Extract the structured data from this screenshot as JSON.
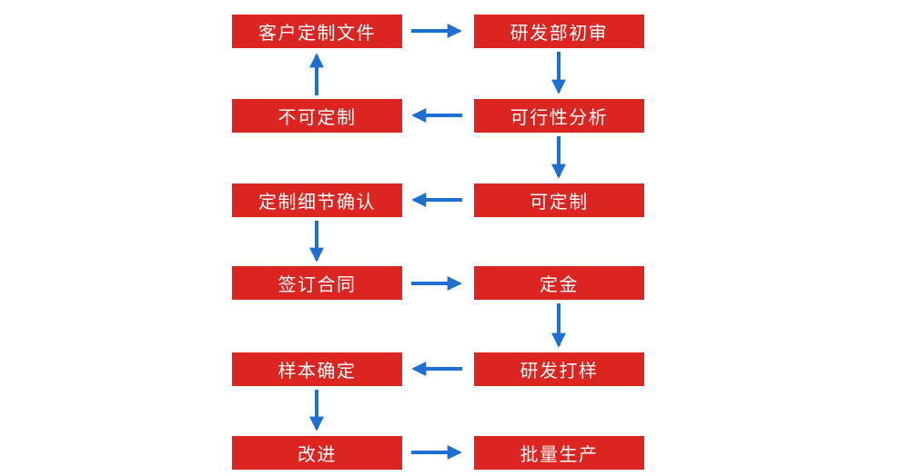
{
  "palette": {
    "node_bg": "#dc2420",
    "node_text": "#ffffff",
    "arrow": "#1e6fd2",
    "background": "#ffffff"
  },
  "diagram_type": "flowchart",
  "nodes": [
    {
      "label": "客户定制文件"
    },
    {
      "label": "研发部初审"
    },
    {
      "label": "不可定制"
    },
    {
      "label": "可行性分析"
    },
    {
      "label": "定制细节确认"
    },
    {
      "label": "可定制"
    },
    {
      "label": "签订合同"
    },
    {
      "label": "定金"
    },
    {
      "label": "样本确定"
    },
    {
      "label": "研发打样"
    },
    {
      "label": "改进"
    },
    {
      "label": "批量生产"
    }
  ],
  "edges": [
    {
      "from": "客户定制文件",
      "to": "研发部初审",
      "direction": "right"
    },
    {
      "from": "研发部初审",
      "to": "可行性分析",
      "direction": "down"
    },
    {
      "from": "可行性分析",
      "to": "不可定制",
      "direction": "left"
    },
    {
      "from": "不可定制",
      "to": "客户定制文件",
      "direction": "up"
    },
    {
      "from": "可行性分析",
      "to": "可定制",
      "direction": "down"
    },
    {
      "from": "可定制",
      "to": "定制细节确认",
      "direction": "left"
    },
    {
      "from": "定制细节确认",
      "to": "签订合同",
      "direction": "down"
    },
    {
      "from": "签订合同",
      "to": "定金",
      "direction": "right"
    },
    {
      "from": "定金",
      "to": "研发打样",
      "direction": "down"
    },
    {
      "from": "研发打样",
      "to": "样本确定",
      "direction": "left"
    },
    {
      "from": "样本确定",
      "to": "改进",
      "direction": "down"
    },
    {
      "from": "改进",
      "to": "批量生产",
      "direction": "right"
    }
  ]
}
